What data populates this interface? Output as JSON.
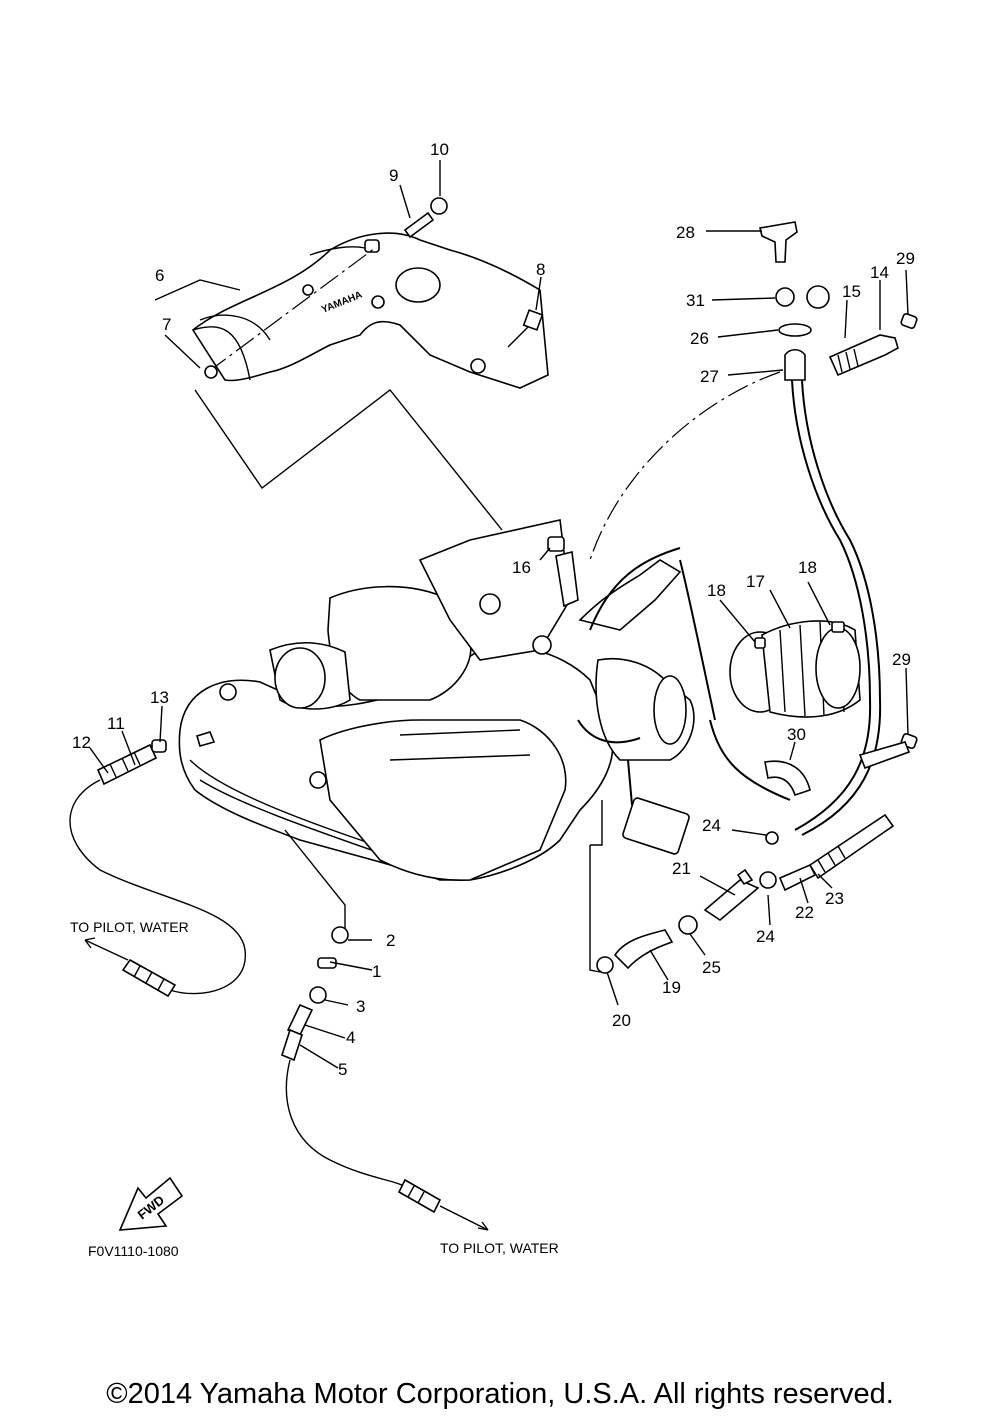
{
  "diagram": {
    "part_labels": [
      "1",
      "2",
      "3",
      "4",
      "5",
      "6",
      "7",
      "8",
      "9",
      "10",
      "11",
      "12",
      "13",
      "14",
      "15",
      "16",
      "17",
      "18",
      "18",
      "19",
      "20",
      "21",
      "22",
      "23",
      "24",
      "24",
      "25",
      "26",
      "27",
      "28",
      "29",
      "29",
      "30",
      "31"
    ],
    "notes": {
      "to_pilot_water_left": "TO PILOT, WATER",
      "to_pilot_water_bottom": "TO PILOT, WATER",
      "fwd": "FWD",
      "brand_mark": "YAMAHA",
      "figure_code": "F0V1110-1080"
    }
  },
  "footer": {
    "copyright": "©2014 Yamaha Motor Corporation, U.S.A. All rights reserved."
  }
}
